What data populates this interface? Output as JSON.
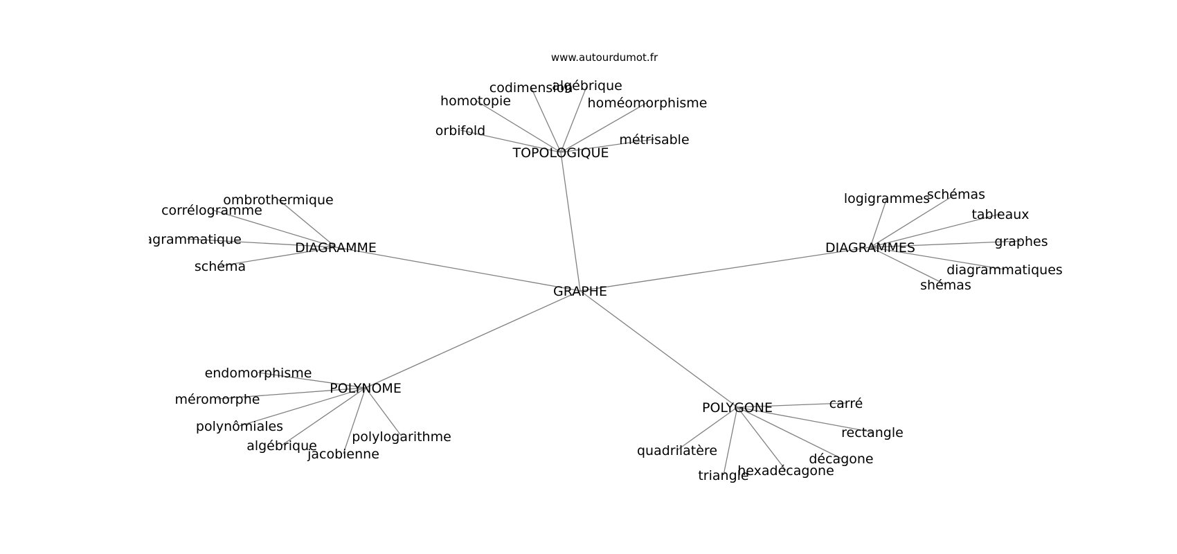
{
  "source": "www.autourdumot.fr",
  "graph": {
    "center": "GRAPHE",
    "clusters": [
      {
        "hub": "TOPOLOGIQUE",
        "words": [
          "homotopie",
          "codimension",
          "algébrique",
          "homéomorphisme",
          "orbifold",
          "métrisable"
        ]
      },
      {
        "hub": "DIAGRAMME",
        "words": [
          "ombrothermique",
          "corrélogramme",
          "diagrammatique",
          "schéma"
        ]
      },
      {
        "hub": "DIAGRAMMES",
        "words": [
          "logigrammes",
          "schémas",
          "tableaux",
          "graphes",
          "diagrammatiques",
          "shémas"
        ]
      },
      {
        "hub": "POLYNOME",
        "words": [
          "endomorphisme",
          "méromorphe",
          "polynômiales",
          "algébrique",
          "jacobienne",
          "polylogarithme"
        ]
      },
      {
        "hub": "POLYGONE",
        "words": [
          "carré",
          "rectangle",
          "quadrilatère",
          "décagone",
          "triangle",
          "hexadécagone"
        ]
      }
    ]
  }
}
